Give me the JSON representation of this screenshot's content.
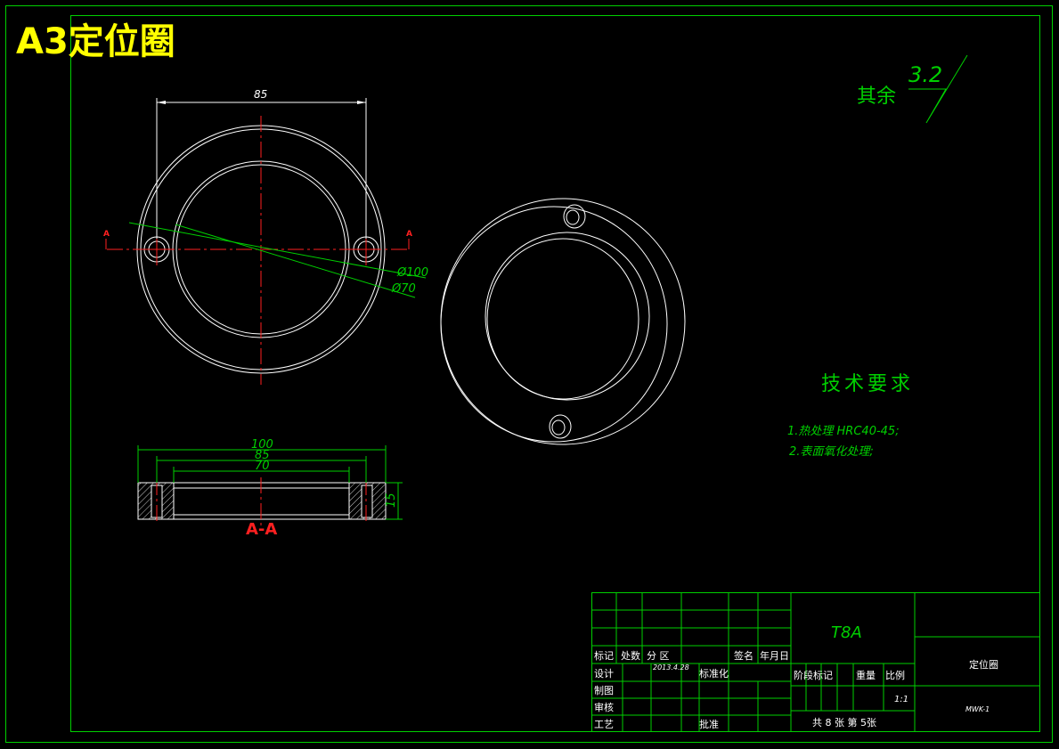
{
  "sheet_title": "A3定位圈",
  "roughness": {
    "label": "其余",
    "value": "3.2"
  },
  "top_view": {
    "dim_width": "85",
    "dim_outer_dia": "Ø100",
    "dim_inner_dia": "Ø70",
    "section_mark_left": "A",
    "section_mark_right": "A"
  },
  "section_view": {
    "dim_outer": "100",
    "dim_holes": "85",
    "dim_inner": "70",
    "dim_height": "15",
    "label": "A-A"
  },
  "tech_requirements": {
    "heading": "技术要求",
    "items": [
      "1.热处理 HRC40-45;",
      "2.表面氧化处理;"
    ]
  },
  "title_block": {
    "material": "T8A",
    "part_name": "定位圈",
    "drawing_no": "MWK-1",
    "scale": "1:1",
    "header_row": [
      "标记",
      "处数",
      "分 区",
      "签名",
      "年月日"
    ],
    "design": "设计",
    "design_date": "2013.4.28",
    "standardization": "标准化",
    "drafting": "制图",
    "review": "审核",
    "process": "工艺",
    "approve": "批准",
    "stage_mark": "阶段标记",
    "weight": "重量",
    "ratio": "比例",
    "sheets": "共 8 张  第 5张"
  }
}
